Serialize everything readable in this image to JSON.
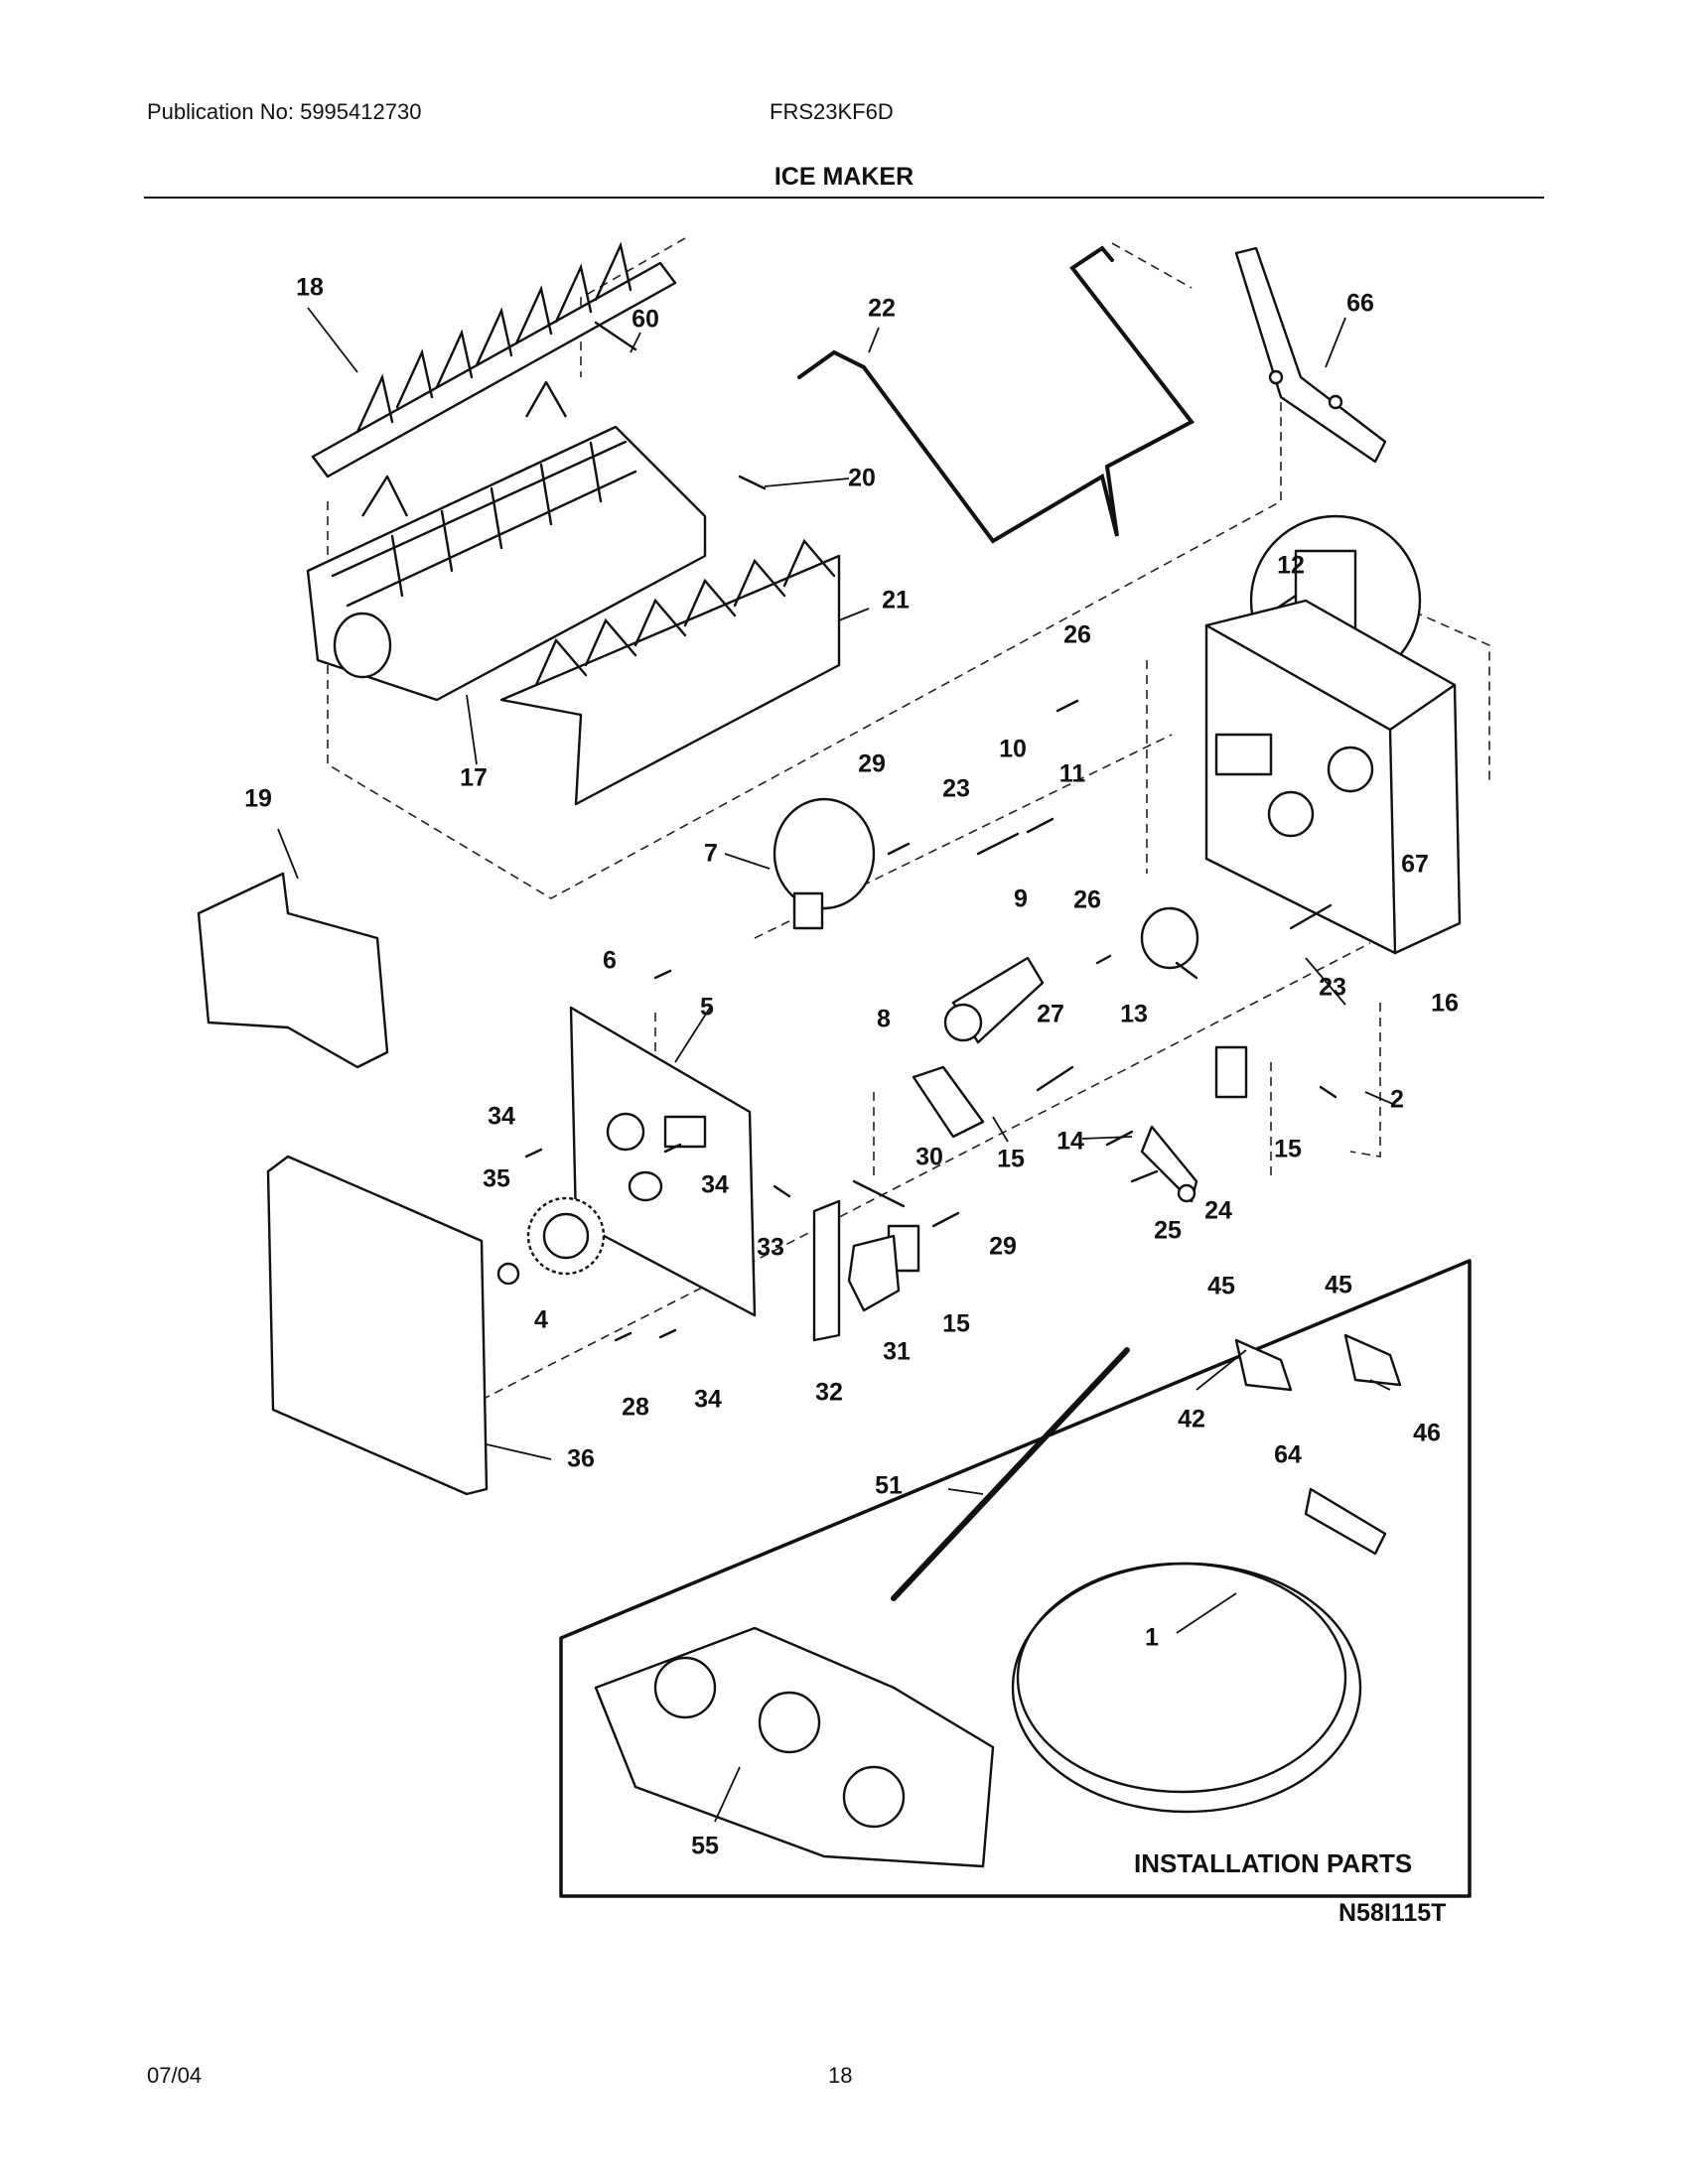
{
  "header": {
    "publication": "Publication No: 5995412730",
    "model": "FRS23KF6D",
    "title": "ICE MAKER"
  },
  "diagram": {
    "callouts": [
      "18",
      "60",
      "22",
      "66",
      "20",
      "21",
      "17",
      "12",
      "26",
      "11",
      "10",
      "29",
      "23",
      "19",
      "7",
      "67",
      "9",
      "26",
      "6",
      "5",
      "23",
      "16",
      "8",
      "27",
      "13",
      "2",
      "34",
      "15",
      "14",
      "15",
      "34",
      "35",
      "30",
      "24",
      "33",
      "29",
      "25",
      "45",
      "45",
      "4",
      "15",
      "31",
      "28",
      "34",
      "32",
      "42",
      "46",
      "64",
      "36",
      "51",
      "1",
      "55"
    ],
    "installation_label": "INSTALLATION PARTS",
    "figure_code": "N58I115T"
  },
  "footer": {
    "date": "07/04",
    "page": "18"
  }
}
